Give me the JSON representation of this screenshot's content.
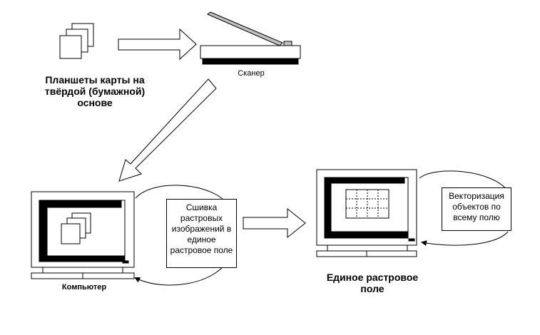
{
  "labels": {
    "sheets": "Планшеты карты на твёрдой (бумажной) основе",
    "scanner": "Сканер",
    "computer": "Компьютер",
    "result": "Единое растровое поле"
  },
  "process_boxes": {
    "stitching": "Сшивка растровых изображений в единое растровое поле",
    "vectorization": "Векторизация объектов по всему полю"
  },
  "colors": {
    "stroke": "#000000",
    "fill": "#ffffff",
    "lid": "#c0c0c0"
  }
}
